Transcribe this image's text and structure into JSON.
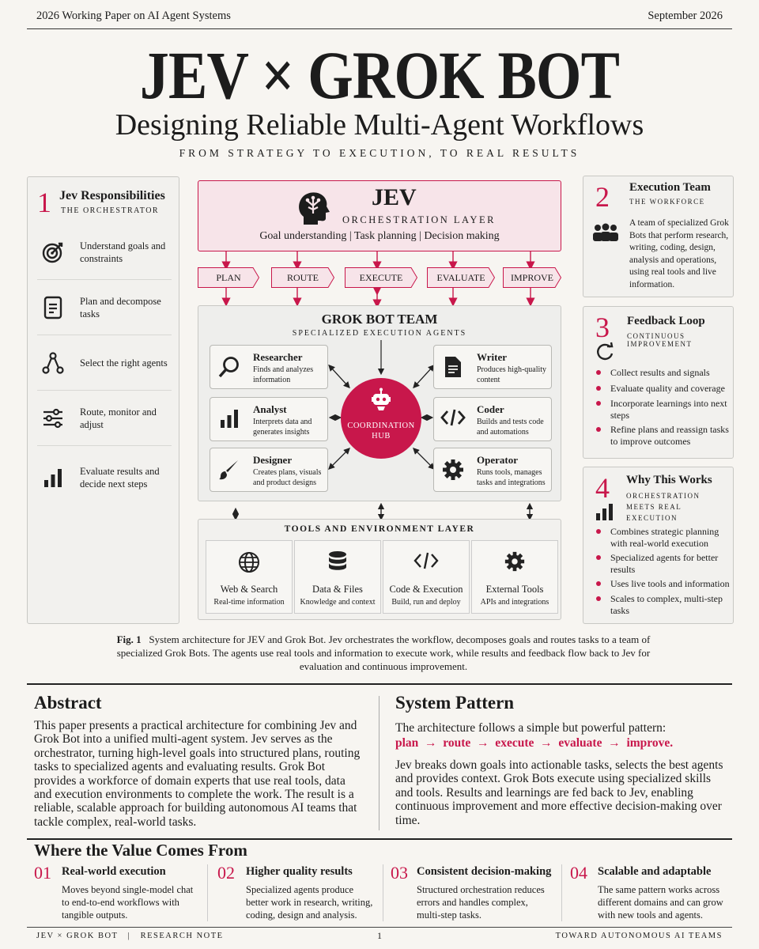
{
  "header": {
    "left": "2026 Working Paper on AI Agent Systems",
    "right": "September 2026",
    "title": "JEV × GROK BOT",
    "subtitle": "Designing Reliable Multi-Agent Workflows",
    "tagline": "FROM STRATEGY TO EXECUTION, TO REAL RESULTS"
  },
  "left_panel": {
    "number": "1",
    "title": "Jev Responsibilities",
    "subtitle": "THE ORCHESTRATOR",
    "items": [
      {
        "icon": "target-icon",
        "text": "Understand goals and constraints"
      },
      {
        "icon": "document-icon",
        "text": "Plan and decompose tasks"
      },
      {
        "icon": "branch-icon",
        "text": "Select the right agents"
      },
      {
        "icon": "sliders-icon",
        "text": "Route, monitor and adjust"
      },
      {
        "icon": "bar-chart-icon",
        "text": "Evaluate results and decide next steps"
      }
    ]
  },
  "jev": {
    "name": "JEV",
    "layer": "ORCHESTRATION LAYER",
    "capabilities": "Goal understanding   |   Task planning   |   Decision making",
    "icon": "head-brain-icon"
  },
  "stages": [
    "PLAN",
    "ROUTE",
    "EXECUTE",
    "EVALUATE",
    "IMPROVE"
  ],
  "team": {
    "title": "GROK BOT TEAM",
    "subtitle": "SPECIALIZED EXECUTION AGENTS",
    "hub": "COORDINATION HUB",
    "agents": [
      {
        "name": "Researcher",
        "desc": "Finds and analyzes information",
        "icon": "magnifier-icon"
      },
      {
        "name": "Analyst",
        "desc": "Interprets data and generates insights",
        "icon": "bar-chart-icon"
      },
      {
        "name": "Designer",
        "desc": "Creates plans, visuals and product designs",
        "icon": "brush-icon"
      },
      {
        "name": "Writer",
        "desc": "Produces high-quality content",
        "icon": "document-icon"
      },
      {
        "name": "Coder",
        "desc": "Builds and tests code and automations",
        "icon": "code-icon"
      },
      {
        "name": "Operator",
        "desc": "Runs tools, manages tasks and integrations",
        "icon": "gear-icon"
      }
    ]
  },
  "tools": {
    "title": "TOOLS AND ENVIRONMENT LAYER",
    "items": [
      {
        "name": "Web & Search",
        "desc": "Real-time information",
        "icon": "globe-icon"
      },
      {
        "name": "Data & Files",
        "desc": "Knowledge and context",
        "icon": "database-icon"
      },
      {
        "name": "Code & Execution",
        "desc": "Build, run and deploy",
        "icon": "code-icon"
      },
      {
        "name": "External Tools",
        "desc": "APIs and integrations",
        "icon": "gear-icon"
      }
    ]
  },
  "right_panels": {
    "execution": {
      "number": "2",
      "title": "Execution Team",
      "subtitle": "THE WORKFORCE",
      "text": "A team of specialized Grok Bots that perform research, writing, coding, design, analysis and operations, using real tools and live information."
    },
    "feedback": {
      "number": "3",
      "title": "Feedback Loop",
      "subtitle": "CONTINUOUS IMPROVEMENT",
      "bullets": [
        "Collect results and signals",
        "Evaluate quality and coverage",
        "Incorporate learnings into next steps",
        "Refine plans and reassign tasks to improve outcomes"
      ]
    },
    "why": {
      "number": "4",
      "title": "Why This Works",
      "subtitle": "ORCHESTRATION MEETS REAL EXECUTION",
      "bullets": [
        "Combines strategic planning with real-world execution",
        "Specialized agents for better results",
        "Uses live tools and information",
        "Scales to complex, multi-step tasks"
      ]
    }
  },
  "figure": {
    "label": "Fig. 1",
    "caption": "System architecture for JEV and Grok Bot. Jev orchestrates the workflow, decomposes goals and routes tasks to a team of specialized Grok Bots. The agents use real tools and information to execute work, while results and feedback flow back to Jev for evaluation and continuous improvement."
  },
  "abstract": {
    "heading": "Abstract",
    "text": "This paper presents a practical architecture for combining Jev and Grok Bot into a unified multi-agent system. Jev serves as the orchestrator, turning high-level goals into structured plans, routing tasks to specialized agents and evaluating results. Grok Bot provides a workforce of domain experts that use real tools, data and execution environments to complete the work. The result is a reliable, scalable approach for building autonomous AI teams that tackle complex, real-world tasks."
  },
  "system_pattern": {
    "heading": "System Pattern",
    "intro": "The architecture follows a simple but powerful pattern:",
    "pattern": "plan  →  route  →  execute  →  evaluate  →  improve.",
    "text": "Jev breaks down goals into actionable tasks, selects the best agents and provides context. Grok Bots execute using specialized skills and tools. Results and learnings are fed back to Jev, enabling continuous improvement and more effective decision-making over time."
  },
  "value": {
    "heading": "Where the Value Comes From",
    "items": [
      {
        "num": "01",
        "title": "Real-world execution",
        "desc": "Moves beyond single-model chat to end-to-end workflows with tangible outputs."
      },
      {
        "num": "02",
        "title": "Higher quality results",
        "desc": "Specialized agents produce better work in research, writing, coding, design and analysis."
      },
      {
        "num": "03",
        "title": "Consistent decision-making",
        "desc": "Structured orchestration reduces errors and handles complex, multi-step tasks."
      },
      {
        "num": "04",
        "title": "Scalable and adaptable",
        "desc": "The same pattern works across different domains and can grow with new tools and agents."
      }
    ]
  },
  "footer": {
    "left": "JEV × GROK BOT   |   RESEARCH NOTE",
    "page": "1",
    "right": "TOWARD AUTONOMOUS AI TEAMS"
  },
  "colors": {
    "accent": "#c8174b",
    "background": "#f7f5f1",
    "text": "#1c1c1c"
  }
}
